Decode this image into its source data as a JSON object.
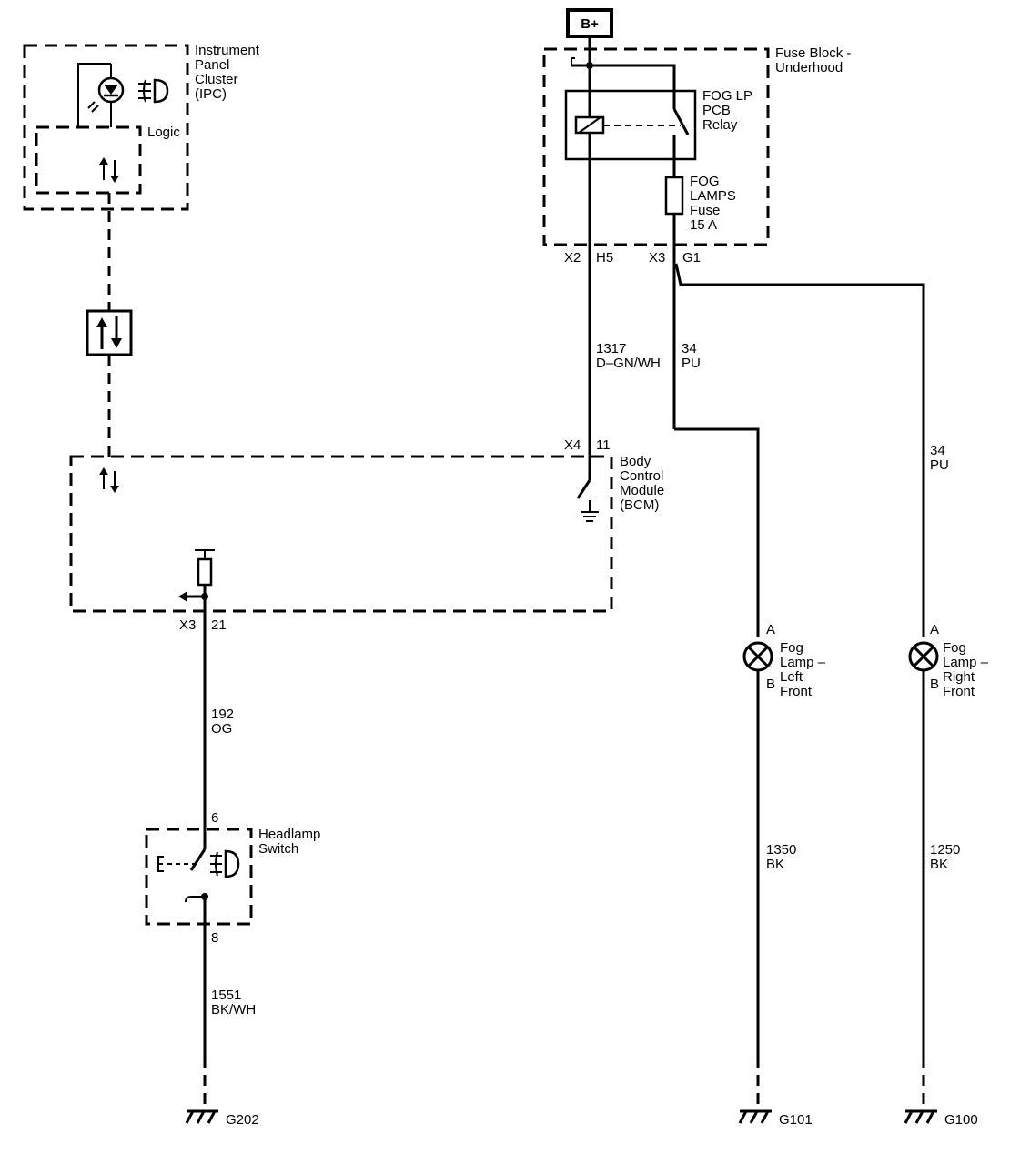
{
  "battery": {
    "label": "B+"
  },
  "fuse_block": {
    "title_lines": [
      "Fuse Block -",
      "Underhood"
    ],
    "relay_lines": [
      "FOG LP",
      "PCB",
      "Relay"
    ],
    "fuse_lines": [
      "FOG",
      "LAMPS",
      "Fuse",
      "15 A"
    ],
    "pin_x2": "X2",
    "pin_h5": "H5",
    "pin_x3": "X3",
    "pin_g1": "G1"
  },
  "ipc": {
    "title_lines": [
      "Instrument",
      "Panel",
      "Cluster",
      "(IPC)"
    ],
    "logic_label": "Logic"
  },
  "bcm": {
    "title_lines": [
      "Body",
      "Control",
      "Module",
      "(BCM)"
    ],
    "pin_x4": "X4",
    "pin_11": "11",
    "pin_x3": "X3",
    "pin_21": "21"
  },
  "wires": {
    "w1317": [
      "1317",
      "D–GN/WH"
    ],
    "w34a": [
      "34",
      "PU"
    ],
    "w34b": [
      "34",
      "PU"
    ],
    "w192": [
      "192",
      "OG"
    ],
    "w1551": [
      "1551",
      "BK/WH"
    ],
    "w1350": [
      "1350",
      "BK"
    ],
    "w1250": [
      "1250",
      "BK"
    ]
  },
  "headlamp_switch": {
    "title_lines": [
      "Headlamp",
      "Switch"
    ],
    "pin_top": "6",
    "pin_bottom": "8"
  },
  "fog_left": {
    "title_lines": [
      "Fog",
      "Lamp –",
      "Left",
      "Front"
    ],
    "pin_a": "A",
    "pin_b": "B"
  },
  "fog_right": {
    "title_lines": [
      "Fog",
      "Lamp –",
      "Right",
      "Front"
    ],
    "pin_a": "A",
    "pin_b": "B"
  },
  "grounds": {
    "g202": "G202",
    "g101": "G101",
    "g100": "G100"
  }
}
